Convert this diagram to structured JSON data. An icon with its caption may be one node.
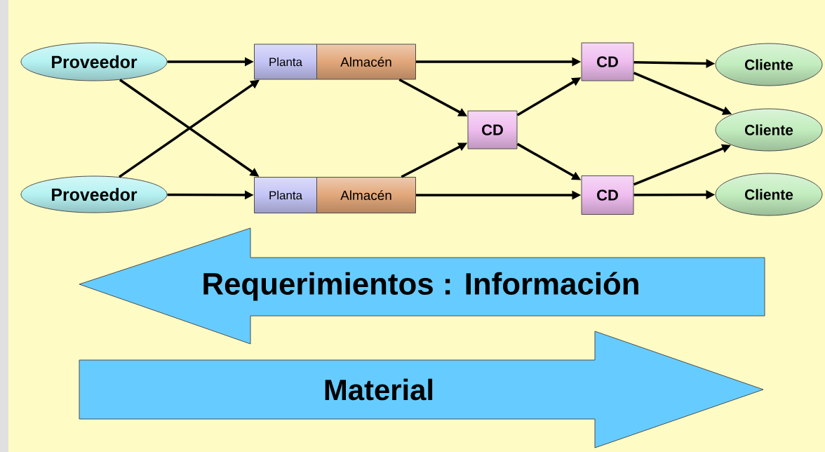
{
  "diagram": {
    "nodes": [
      {
        "text": [
          "Proveedor"
        ]
      },
      {
        "text": [
          "Proveedor"
        ]
      },
      {
        "text": [
          "Planta"
        ]
      },
      {
        "text": [
          "Almacén"
        ]
      },
      {
        "text": [
          "Planta"
        ]
      },
      {
        "text": [
          "Almacén"
        ]
      },
      {
        "text": [
          "CD"
        ]
      },
      {
        "text": [
          "CD"
        ]
      },
      {
        "text": [
          "CD"
        ]
      },
      {
        "text": [
          "Cliente"
        ]
      },
      {
        "text": [
          "Cliente"
        ]
      },
      {
        "text": [
          "Cliente"
        ]
      },
      {
        "text": [
          "Requerimientos : Información"
        ]
      },
      {
        "text": [
          "Material"
        ]
      }
    ],
    "edges": [
      {
        "from": 0,
        "to": 2,
        "arrow": "to"
      },
      {
        "from": 0,
        "to": 4,
        "arrow": "to"
      },
      {
        "from": 1,
        "to": 2,
        "arrow": "to"
      },
      {
        "from": 1,
        "to": 4,
        "arrow": "to"
      },
      {
        "from": 3,
        "to": 7,
        "arrow": "to"
      },
      {
        "from": 3,
        "to": 6,
        "arrow": "to"
      },
      {
        "from": 5,
        "to": 6,
        "arrow": "to"
      },
      {
        "from": 5,
        "to": 8,
        "arrow": "to"
      },
      {
        "from": 6,
        "to": 7,
        "arrow": "to"
      },
      {
        "from": 6,
        "to": 8,
        "arrow": "to"
      },
      {
        "from": 7,
        "to": 9,
        "arrow": "to"
      },
      {
        "from": 7,
        "to": 10,
        "arrow": "to"
      },
      {
        "from": 8,
        "to": 10,
        "arrow": "to"
      },
      {
        "from": 8,
        "to": 11,
        "arrow": "to"
      }
    ]
  }
}
